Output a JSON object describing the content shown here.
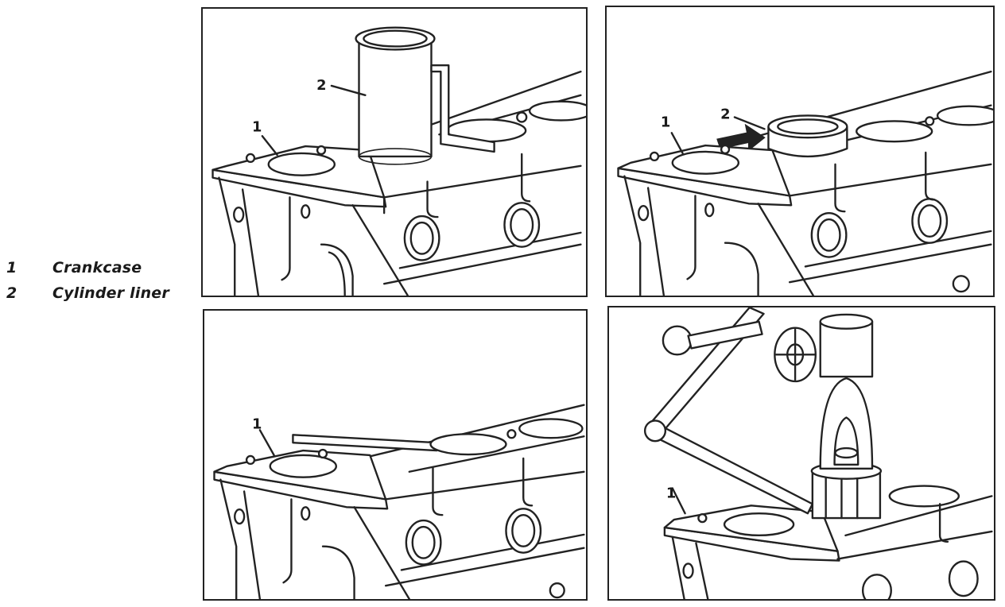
{
  "legend": [
    {
      "number": "1",
      "label": "Crankcase"
    },
    {
      "number": "2",
      "label": "Cylinder liner"
    }
  ],
  "panels": [
    {
      "callouts": [
        "2",
        "1"
      ]
    },
    {
      "callouts": [
        "2",
        "1"
      ]
    },
    {
      "callouts": [
        "1"
      ]
    },
    {
      "callouts": [
        "1"
      ]
    }
  ]
}
